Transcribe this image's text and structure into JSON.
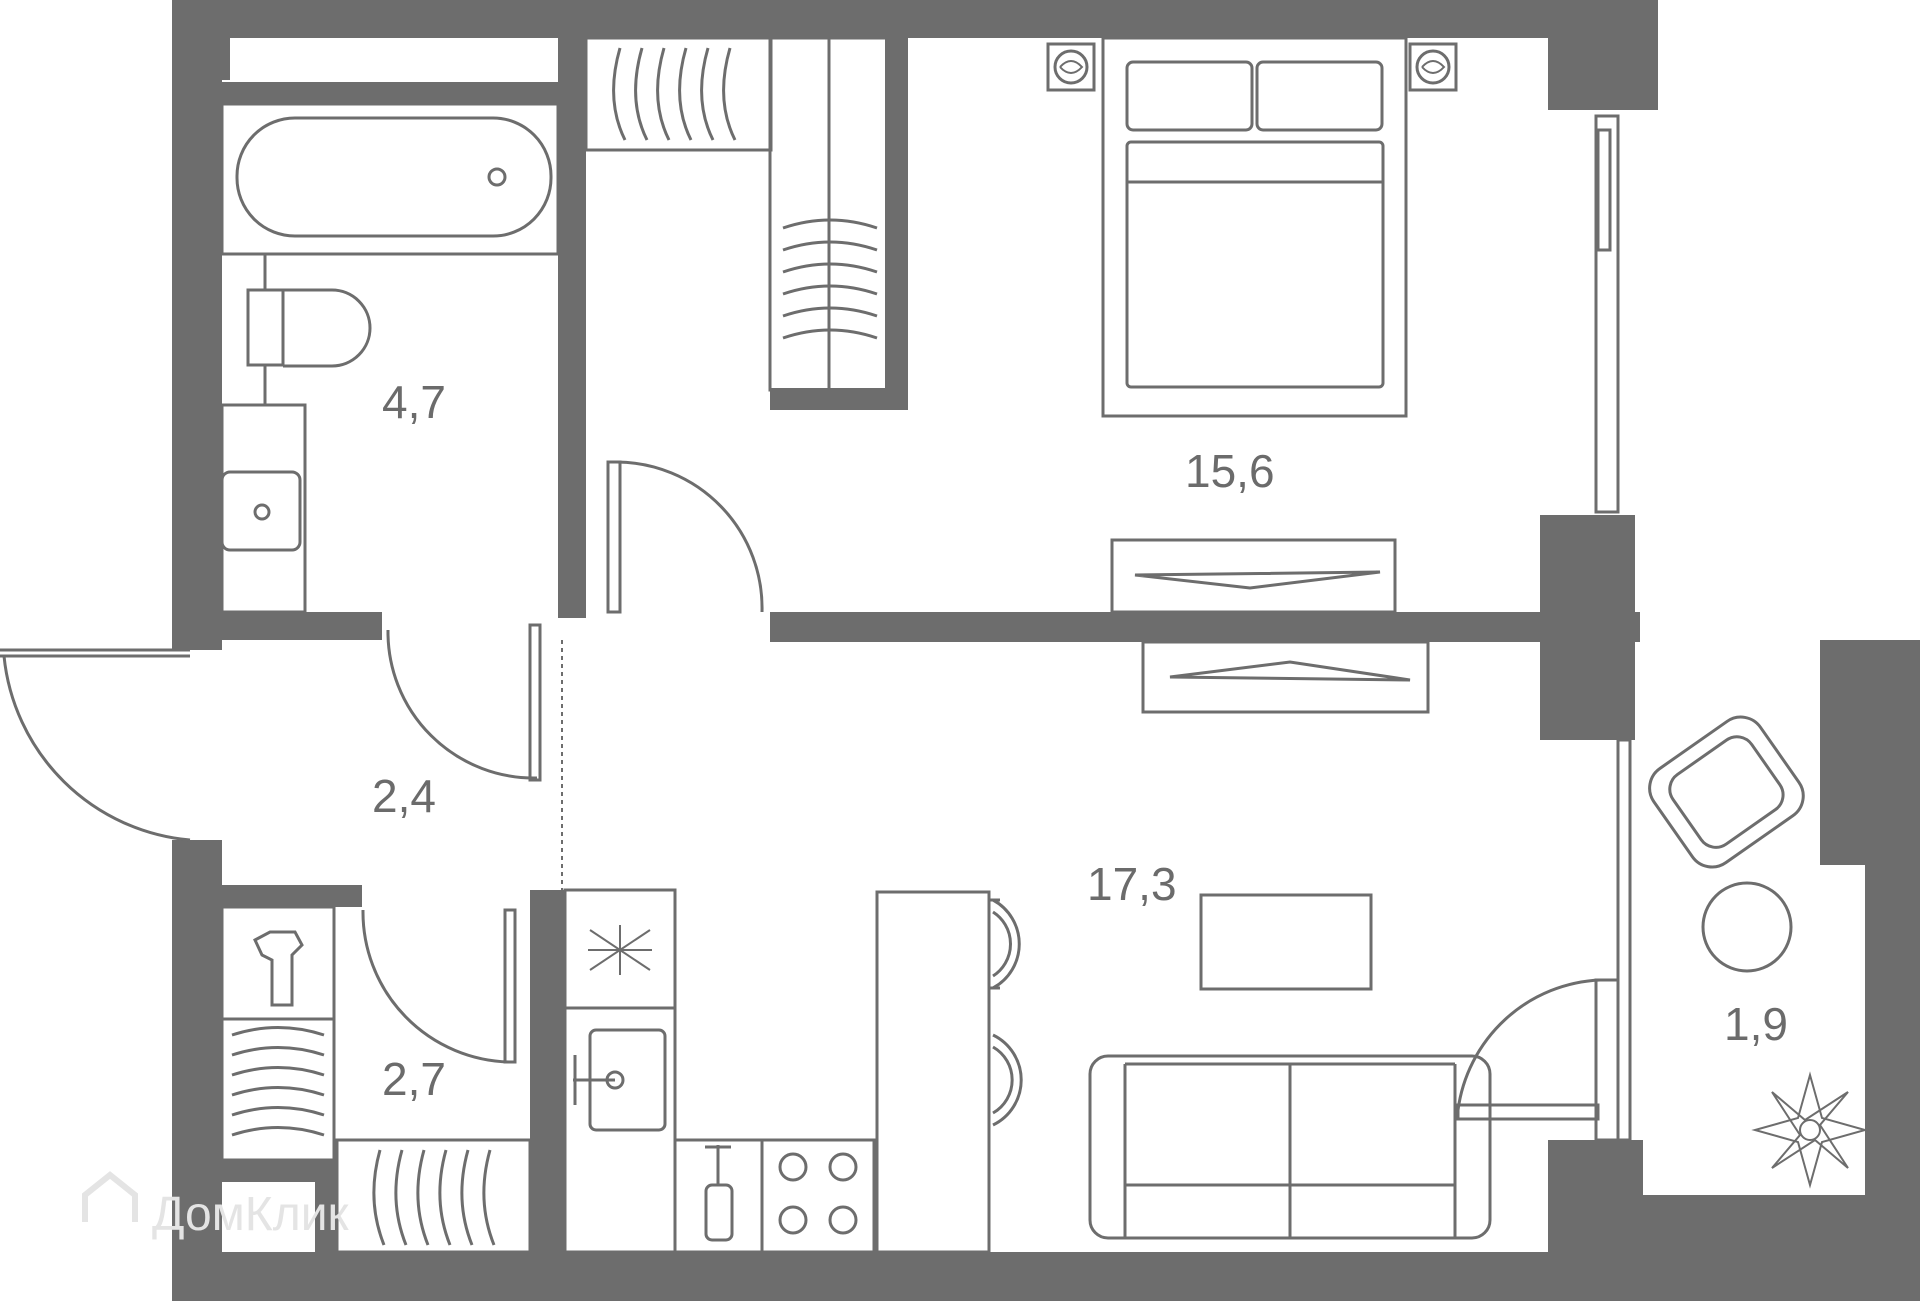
{
  "plan": {
    "rooms": [
      {
        "id": "bathroom",
        "area": "4,7"
      },
      {
        "id": "bedroom",
        "area": "15,6"
      },
      {
        "id": "hall",
        "area": "2,4"
      },
      {
        "id": "living-kitchen",
        "area": "17,3"
      },
      {
        "id": "wardrobe",
        "area": "2,7"
      },
      {
        "id": "balcony",
        "area": "1,9"
      }
    ],
    "watermark": "ДомКлик",
    "colors": {
      "wall": "#6d6d6d",
      "background": "#ffffff",
      "watermark": "#e4e4e4"
    }
  }
}
